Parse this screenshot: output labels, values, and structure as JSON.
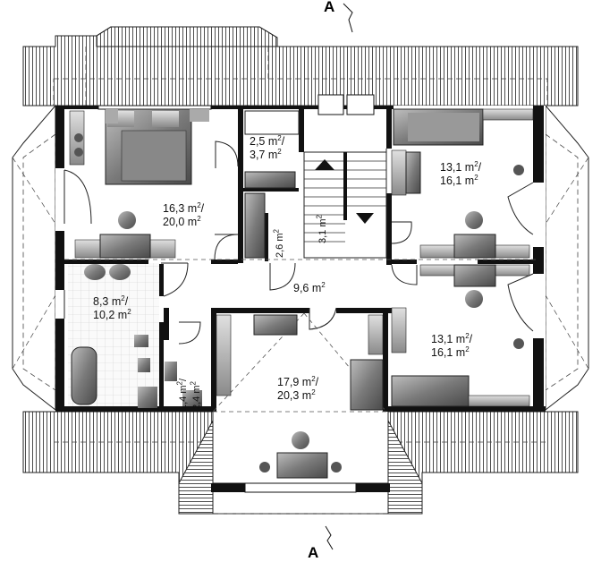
{
  "section_marker": {
    "letter": "A"
  },
  "rooms": {
    "bedroom_main": {
      "line1": "16,3 m",
      "line2": "20,0 m",
      "sep": "/"
    },
    "wardrobe": {
      "line1": "2,5 m",
      "line2": "3,7 m",
      "sep": "/"
    },
    "bedroom_right_top": {
      "line1": "13,1 m",
      "line2": "16,1 m",
      "sep": "/"
    },
    "bedroom_right_bottom": {
      "line1": "13,1 m",
      "line2": "16,1 m",
      "sep": "/"
    },
    "bathroom": {
      "line1": "8,3 m",
      "line2": "10,2 m",
      "sep": "/"
    },
    "hall": {
      "line1": "9,6 m"
    },
    "living": {
      "line1": "17,9 m",
      "line2": "20,3 m",
      "sep": "/"
    },
    "storage_small": {
      "line1": "2,6 m"
    },
    "stair": {
      "line1": "3,1 m"
    },
    "wc": {
      "line1": "1,4 m",
      "line2": "2,4 m",
      "sep": "/"
    }
  },
  "units": {
    "sup": "2"
  }
}
